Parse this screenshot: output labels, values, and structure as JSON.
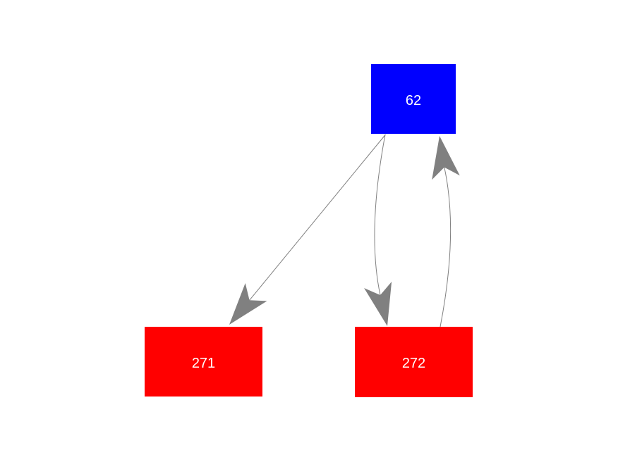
{
  "diagram": {
    "background_color": "#ffffff",
    "edge_color": "#808080",
    "label_color": "#ffffff",
    "nodes": [
      {
        "id": "62",
        "label": "62",
        "shape": "square",
        "color": "#0000ff"
      },
      {
        "id": "271",
        "label": "271",
        "shape": "rectangle",
        "color": "#ff0000"
      },
      {
        "id": "272",
        "label": "272",
        "shape": "rectangle",
        "color": "#ff0000"
      }
    ],
    "edges": [
      {
        "from": "62",
        "to": "271",
        "style": "straight"
      },
      {
        "from": "62",
        "to": "272",
        "style": "curved"
      },
      {
        "from": "272",
        "to": "62",
        "style": "curved"
      }
    ]
  }
}
